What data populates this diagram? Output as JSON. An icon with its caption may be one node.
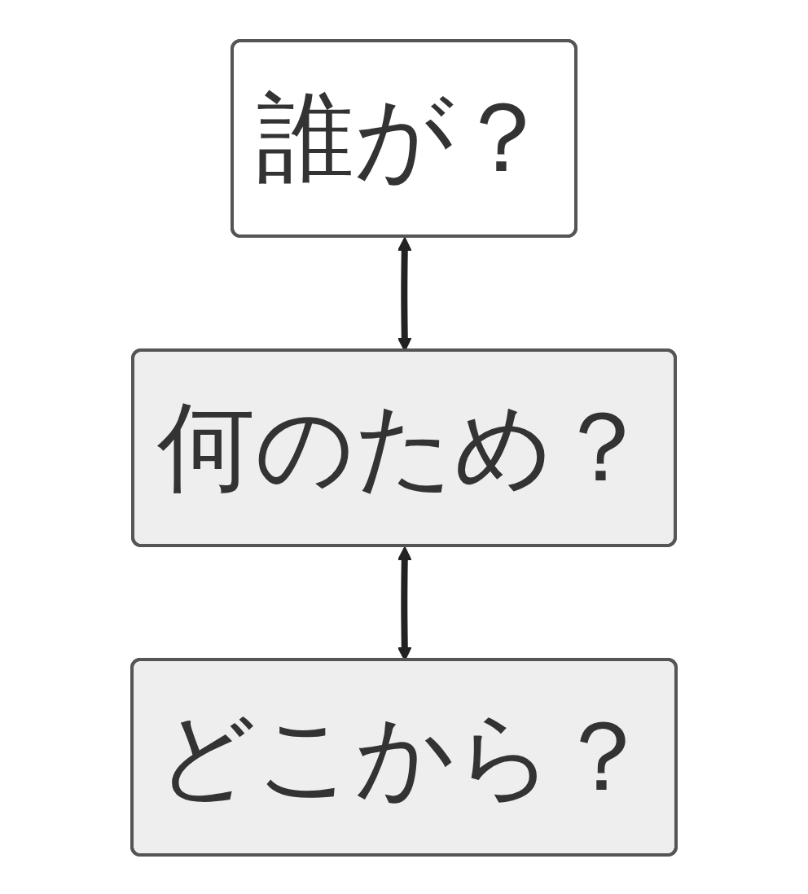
{
  "diagram": {
    "nodes": [
      {
        "text": [
          "誰が？"
        ]
      },
      {
        "text": [
          "何のため？"
        ]
      },
      {
        "text": [
          "どこから？"
        ]
      }
    ],
    "edges": [
      {
        "from": 0,
        "to": 1,
        "arrow": "both"
      },
      {
        "from": 1,
        "to": 2,
        "arrow": "both"
      }
    ]
  }
}
